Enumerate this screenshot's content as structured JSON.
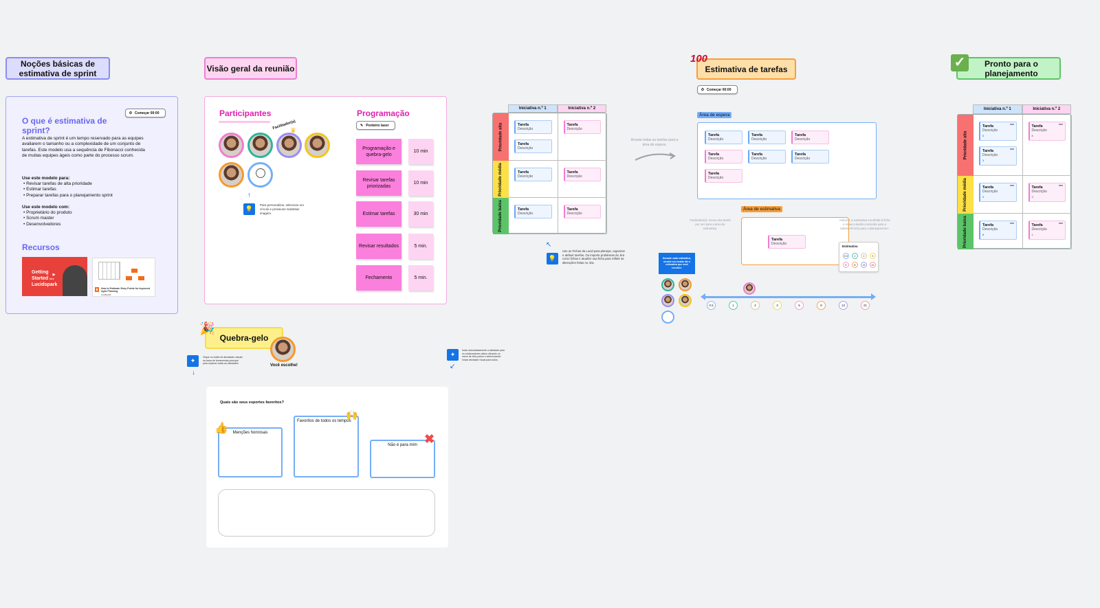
{
  "sections": {
    "basics": {
      "title": "Noções básicas de estimativa de sprint",
      "timer": "Começar 00:00",
      "heading": "O que é estimativa de sprint?",
      "intro": "A estimativa de sprint é um tempo reservado para as equipes avaliarem o tamanho ou a complexidade de um conjunto de tarefas. Este modelo usa a sequência de Fibonacci conhecida de muitas equipes ágeis como parte do processo scrum.",
      "use_for_title": "Use este modelo para:",
      "use_for": [
        "Revisar tarefas de alta prioridade",
        "Estimar tarefas",
        "Preparar tarefas para o planejamento sprint"
      ],
      "use_with_title": "Use este modelo com:",
      "use_with": [
        "Proprietário do produto",
        "Scrum master",
        "Desenvolvedores"
      ],
      "resources_title": "Recursos",
      "video_title": "Getting Started in Lucidspark",
      "article_title": "How to Estimate Story Points for Improved Agile Planning",
      "article_source": "Lucidspark"
    },
    "overview": {
      "title": "Visão geral da reunião",
      "participants_title": "Participantes",
      "facilitator_label": "Facilitador(a)",
      "tip": "Para personalizar, selecione um círculo e pressione Substituir imagem.",
      "agenda_title": "Programação",
      "laser_label": "Ponteiro laser",
      "agenda": [
        {
          "item": "Programação e quebra-gelo",
          "time": "10 min"
        },
        {
          "item": "Revisar tarefas priorizadas",
          "time": "10 min"
        },
        {
          "item": "Estimar tarefas",
          "time": "30 min"
        },
        {
          "item": "Revisar resultados",
          "time": "5 min."
        },
        {
          "item": "Fechamento",
          "time": "5 min."
        }
      ]
    },
    "icebreaker": {
      "title": "Quebra-gelo",
      "you_choose": "Você escolhe!",
      "tip_left": "Clique no botão de atividades visuais na barra de ferramentas principal para explorar todas as atividades.",
      "tip_right": "Inicie automaticamente a atividade para os colaboradores ativos clicando no menu de três pontos e selecionando Iniciar atividade visual para todos.",
      "question": "Quais são seus esportes favoritos?",
      "boxes": [
        "Menções honrosas",
        "Favoritos de todos os tempos",
        "Não é para mim"
      ]
    },
    "estimation": {
      "title": "Estimativa de tarefas",
      "timer": "Começar 00:00",
      "drag_hint": "Arraste todas as tarefas para a área de espera.",
      "jira_tip": "Use as Fichas da Lucid para planejar, organizar e atribuir tarefas. Ou importe problemas do Jira como fichas e atualize sua ficha para refletir as alterações feitas no Jira.",
      "waiting_label": "Área de espera",
      "estimate_label": "Área de estimativa",
      "facilitator_hint": "Facilitador(a): mova uma tarefa por vez para a área de estimativa.",
      "add_hint": "Adicione a estimativa escolhida à ficha e mova a tarefa concluída para a tabela »Pronto para o planejamento«",
      "vote_tip": "Durante cada estimativa, arraste seu avatar até a estimativa que você escolher.",
      "legend_title": "Estimativa",
      "scale": [
        "0.5",
        "1",
        "2",
        "3",
        "5",
        "8",
        "13",
        "21"
      ],
      "scale_colors": [
        "#8ab8f5",
        "#4cc9b0",
        "#d8c89a",
        "#f5d84a",
        "#f59bd8",
        "#f5a85a",
        "#a9a0f5",
        "#f5a0a0"
      ]
    },
    "ready": {
      "title": "Pronto para o planejamento"
    }
  },
  "matrix": {
    "col1": "Iniciativa n.º 1",
    "col2": "Iniciativa n.º 2",
    "rows": [
      "Prioridade alta",
      "Prioridade média",
      "Prioridade baixa"
    ],
    "row_colors": [
      "#f87171",
      "#fde047",
      "#5cc468"
    ]
  },
  "task": {
    "title": "Tarefa",
    "desc": "Descrição"
  },
  "matrix1_cells": [
    [
      2,
      1
    ],
    [
      1,
      1
    ],
    [
      1,
      1
    ]
  ],
  "waiting_cards": [
    "blue",
    "blue",
    "pink",
    "pink",
    "blue",
    "blue",
    "pink"
  ],
  "ready_cells": [
    [
      [
        "5",
        "3"
      ],
      [
        "8"
      ]
    ],
    [
      [
        "3"
      ],
      [
        "3"
      ]
    ],
    [
      "8"
    ],
    [
      "1"
    ]
  ]
}
